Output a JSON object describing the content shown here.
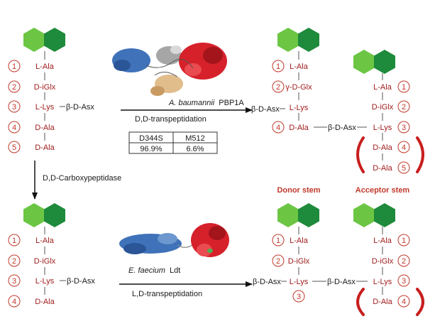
{
  "residues": {
    "ala": "L-Ala",
    "iglx": "D-iGlx",
    "gamma_glx": "γ-D-Glx",
    "lys": "L-Lys",
    "dala": "D-Ala"
  },
  "bridge": {
    "asx": "β-D-Asx"
  },
  "numbers": [
    "1",
    "2",
    "3",
    "4",
    "5"
  ],
  "reactions": {
    "dd_transpeptidation": "D,D-transpeptidation",
    "dd_carboxypeptidase": "D,D-Carboxypeptidase",
    "ld_transpeptidation": "L,D-transpeptidation"
  },
  "enzymes": {
    "pbp_species": "A. baumannii",
    "pbp_name": "PBP1A",
    "ldt_species": "E. faecium",
    "ldt_name": "Ldt"
  },
  "table": {
    "headers": [
      "D344S",
      "M512"
    ],
    "values": [
      "96.9%",
      "6.6%"
    ]
  },
  "labels": {
    "donor_stem": "Donor stem",
    "acceptor_stem": "Acceptor stem"
  },
  "colors": {
    "sugar_light": "#6cc644",
    "sugar_dark": "#1e8a3b",
    "residue_red": "#a01d1d",
    "bracket_red": "#c81e1e"
  }
}
